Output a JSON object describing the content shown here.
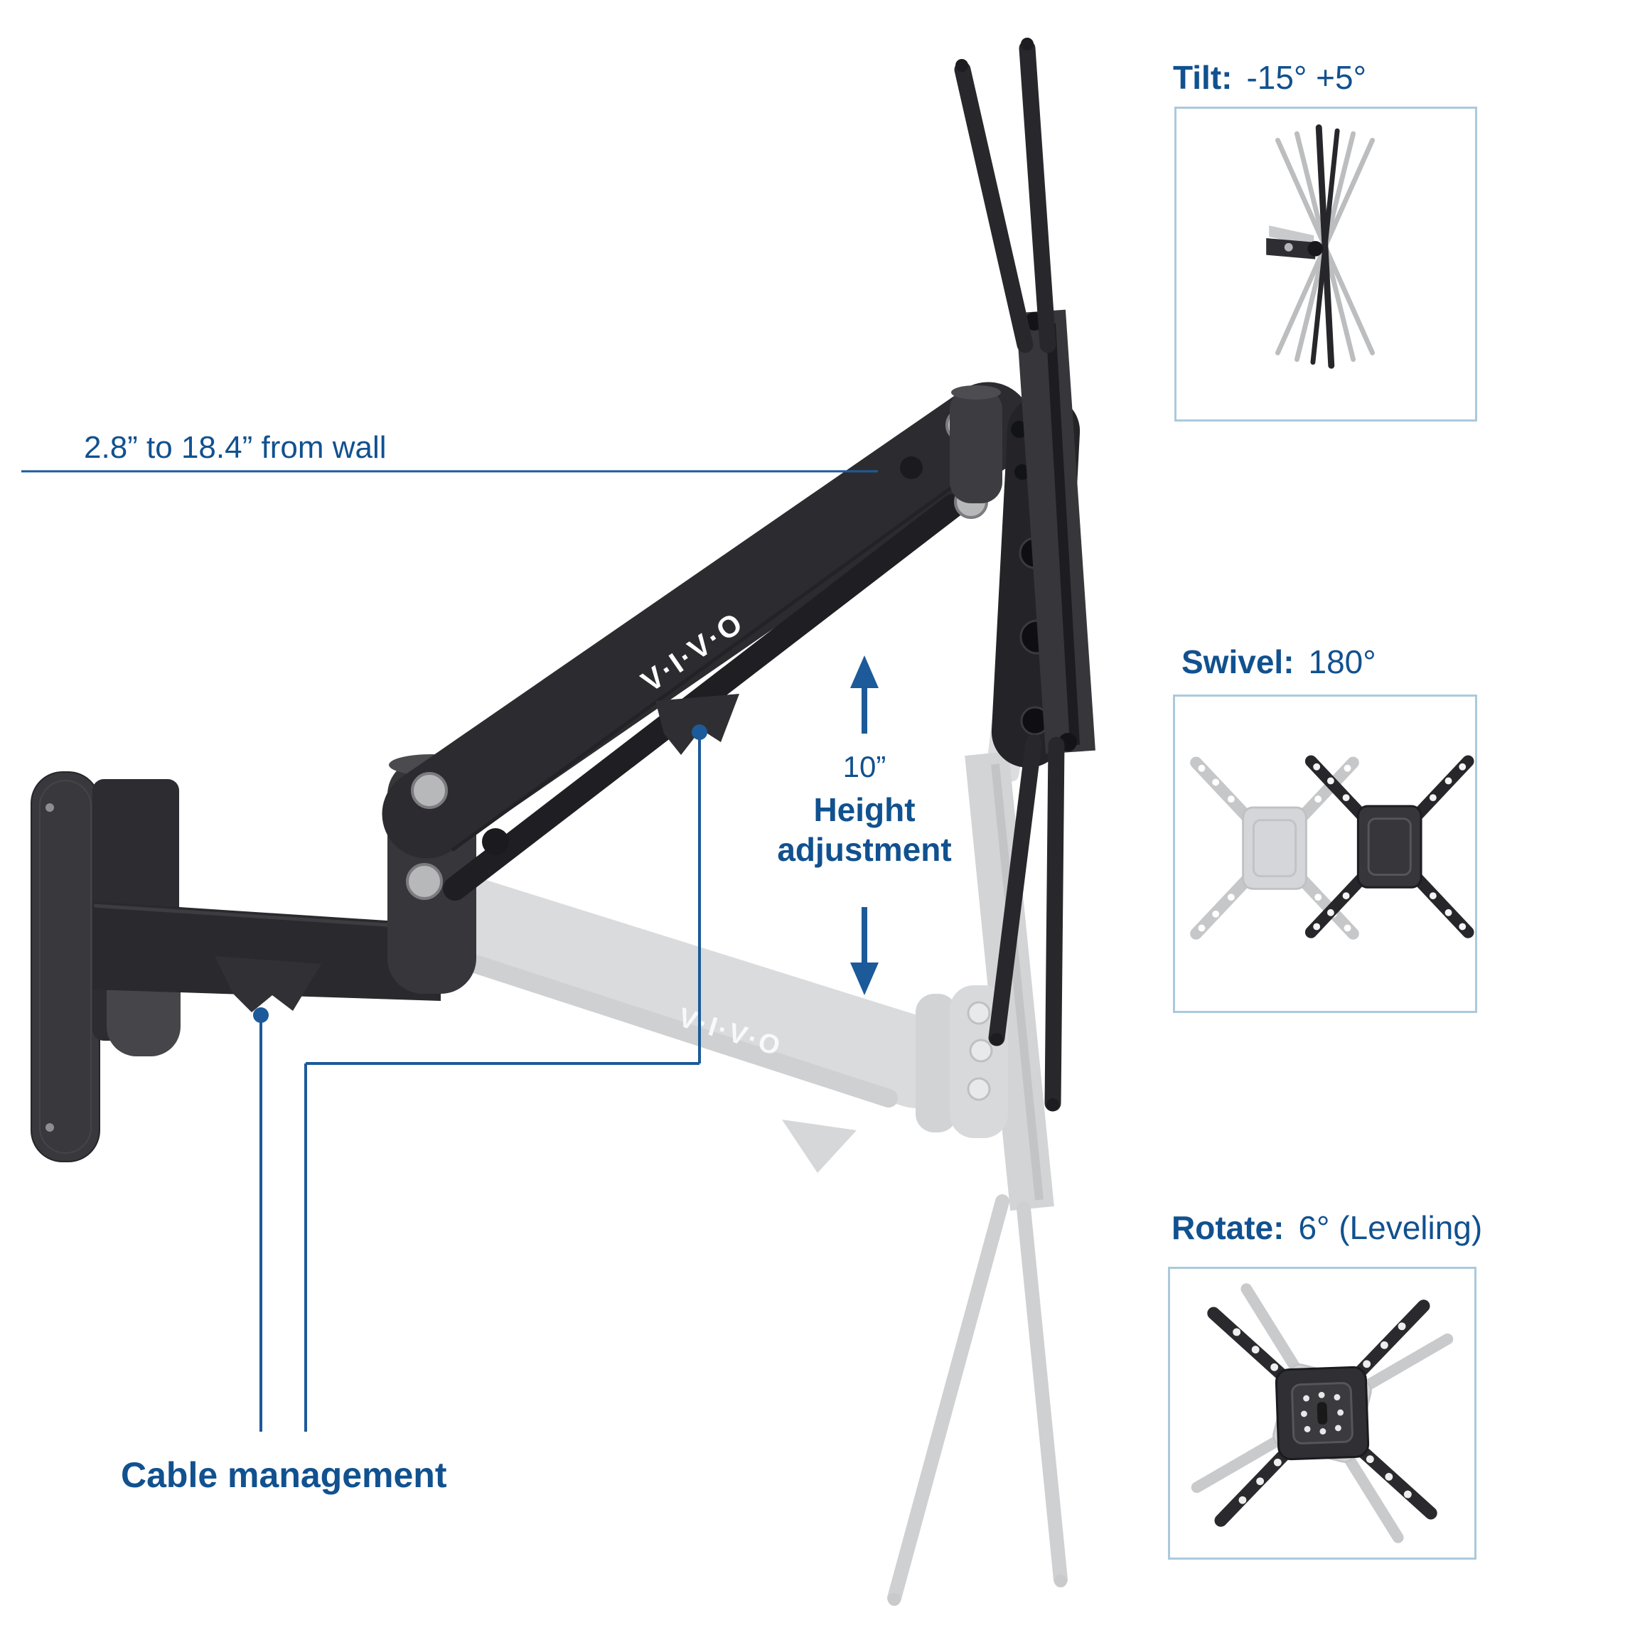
{
  "brand": {
    "logo": "V·I·V·O"
  },
  "main_annotations": {
    "wall_distance": "2.8” to 18.4” from wall",
    "height_value": "10”",
    "height_label_line1": "Height",
    "height_label_line2": "adjustment",
    "cable_label": "Cable management"
  },
  "feature_panels": [
    {
      "id": "tilt",
      "label": "Tilt:",
      "value": "-15° +5°"
    },
    {
      "id": "swivel",
      "label": "Swivel:",
      "value": "180°"
    },
    {
      "id": "rotate",
      "label": "Rotate:",
      "value": "6° (Leveling)"
    }
  ],
  "colors": {
    "accent_text": "#11518f",
    "annotation_line": "#1c5a99",
    "panel_border": "#abc9dc",
    "arm_dark": "#2c2c30",
    "ghost_gray": "#d8d9db"
  }
}
